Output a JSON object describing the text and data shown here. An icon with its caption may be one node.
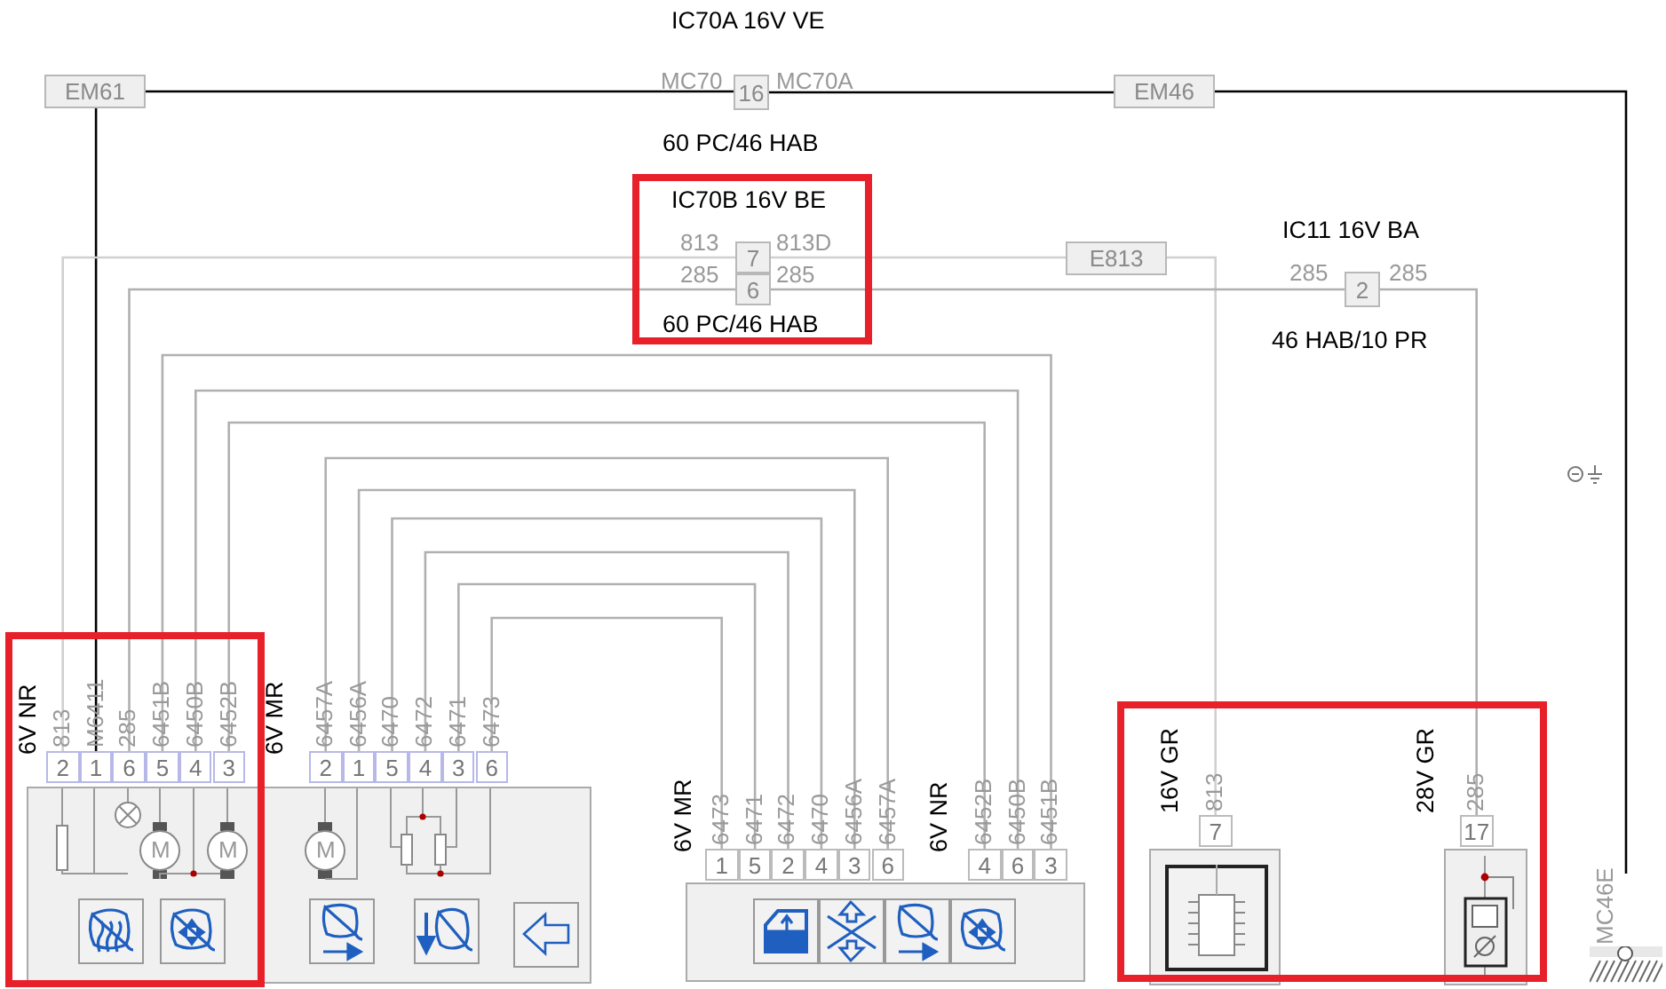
{
  "diagram": {
    "nodes": [
      {
        "text": [
          "EM61"
        ]
      },
      {
        "text": [
          "16"
        ],
        "beside": [
          "IC70A 16V VE",
          "MC70",
          "MC70A",
          "60 PC/46 HAB"
        ]
      },
      {
        "text": [
          "EM46"
        ]
      },
      {
        "text": [
          "7"
        ],
        "beside": [
          "IC70B 16V BE",
          "813",
          "813D"
        ]
      },
      {
        "text": [
          "6"
        ],
        "beside": [
          "285",
          "285",
          "60 PC/46 HAB"
        ]
      },
      {
        "text": [
          "E813"
        ]
      },
      {
        "text": [
          "2"
        ],
        "beside": [
          "IC11 16V BA",
          "285",
          "285",
          "46 HAB/10 PR"
        ]
      },
      {
        "text": [],
        "shape": "box"
      },
      {
        "text": [
          "2"
        ],
        "beside": [
          "813"
        ]
      },
      {
        "text": [
          "1"
        ],
        "beside": [
          "M6411"
        ]
      },
      {
        "text": [
          "6"
        ],
        "beside": [
          "285"
        ]
      },
      {
        "text": [
          "5"
        ],
        "beside": [
          "6451B"
        ]
      },
      {
        "text": [
          "4"
        ],
        "beside": [
          "6450B"
        ]
      },
      {
        "text": [
          "3"
        ],
        "beside": [
          "6452B"
        ]
      },
      {
        "text": [
          "2"
        ],
        "beside": [
          "6457A"
        ]
      },
      {
        "text": [
          "1"
        ],
        "beside": [
          "6456A"
        ]
      },
      {
        "text": [
          "5"
        ],
        "beside": [
          "6470"
        ]
      },
      {
        "text": [
          "4"
        ],
        "beside": [
          "6472"
        ]
      },
      {
        "text": [
          "3"
        ],
        "beside": [
          "6471"
        ]
      },
      {
        "text": [
          "6"
        ],
        "beside": [
          "6473"
        ]
      },
      {
        "text": [],
        "shape": "box"
      },
      {
        "text": [
          "1"
        ],
        "beside": [
          "6473"
        ]
      },
      {
        "text": [
          "5"
        ],
        "beside": [
          "6471"
        ]
      },
      {
        "text": [
          "2"
        ],
        "beside": [
          "6472"
        ]
      },
      {
        "text": [
          "4"
        ],
        "beside": [
          "6470"
        ]
      },
      {
        "text": [
          "3"
        ],
        "beside": [
          "6456A"
        ]
      },
      {
        "text": [
          "6"
        ],
        "beside": [
          "6457A"
        ]
      },
      {
        "text": [
          "4"
        ],
        "beside": [
          "6452B"
        ]
      },
      {
        "text": [
          "6"
        ],
        "beside": [
          "6450B"
        ]
      },
      {
        "text": [
          "3"
        ],
        "beside": [
          "6451B"
        ]
      },
      {
        "text": [
          "7"
        ],
        "beside": [
          "813"
        ]
      },
      {
        "text": [],
        "shape": "box"
      },
      {
        "text": [
          "17"
        ],
        "beside": [
          "285"
        ]
      },
      {
        "text": [],
        "shape": "box"
      },
      {
        "text": [
          "MC46E"
        ]
      }
    ],
    "edges": [
      {
        "from": 0,
        "to": 1,
        "arrow": "none",
        "color": "#000000"
      },
      {
        "from": 1,
        "to": 2,
        "arrow": "none",
        "color": "#000000"
      },
      {
        "from": 2,
        "to": 34,
        "arrow": "none",
        "color": "#000000"
      },
      {
        "from": 0,
        "to": 9,
        "arrow": "none",
        "color": "#000000"
      },
      {
        "from": 8,
        "to": 3,
        "arrow": "none"
      },
      {
        "from": 3,
        "to": 5,
        "arrow": "none"
      },
      {
        "from": 5,
        "to": 30,
        "arrow": "none"
      },
      {
        "from": 10,
        "to": 4,
        "arrow": "none"
      },
      {
        "from": 4,
        "to": 6,
        "arrow": "none"
      },
      {
        "from": 6,
        "to": 32,
        "arrow": "none"
      },
      {
        "from": 11,
        "to": 29,
        "arrow": "none"
      },
      {
        "from": 12,
        "to": 28,
        "arrow": "none"
      },
      {
        "from": 13,
        "to": 27,
        "arrow": "none"
      },
      {
        "from": 14,
        "to": 26,
        "arrow": "none"
      },
      {
        "from": 15,
        "to": 25,
        "arrow": "none"
      },
      {
        "from": 16,
        "to": 24,
        "arrow": "none"
      },
      {
        "from": 17,
        "to": 23,
        "arrow": "none"
      },
      {
        "from": 18,
        "to": 22,
        "arrow": "none"
      },
      {
        "from": 19,
        "to": 21,
        "arrow": "none"
      }
    ],
    "labels": [
      "6V NR",
      "6V MR",
      "M",
      "M",
      "M",
      "6V MR",
      "6V NR",
      "16V GR",
      "28V GR"
    ]
  }
}
